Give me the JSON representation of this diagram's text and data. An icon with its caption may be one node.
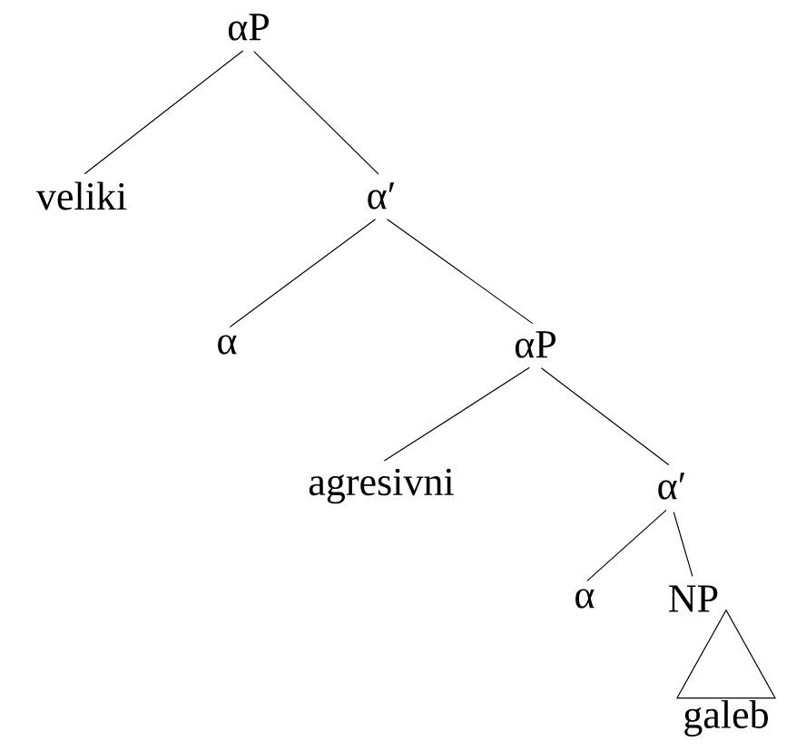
{
  "diagram": {
    "nodes": [
      {
        "text": [
          "αP"
        ]
      },
      {
        "text": [
          "veliki"
        ]
      },
      {
        "text": [
          "α′"
        ]
      },
      {
        "text": [
          "α"
        ]
      },
      {
        "text": [
          "αP"
        ]
      },
      {
        "text": [
          "agresivni"
        ]
      },
      {
        "text": [
          "α′"
        ]
      },
      {
        "text": [
          "α"
        ]
      },
      {
        "text": [
          "NP"
        ]
      },
      {
        "text": [
          "galeb"
        ]
      }
    ],
    "edges": [
      {
        "from": 0,
        "to": 1,
        "arrow": "none"
      },
      {
        "from": 0,
        "to": 2,
        "arrow": "none"
      },
      {
        "from": 2,
        "to": 3,
        "arrow": "none"
      },
      {
        "from": 2,
        "to": 4,
        "arrow": "none"
      },
      {
        "from": 4,
        "to": 5,
        "arrow": "none"
      },
      {
        "from": 4,
        "to": 6,
        "arrow": "none"
      },
      {
        "from": 6,
        "to": 7,
        "arrow": "none"
      },
      {
        "from": 6,
        "to": 8,
        "arrow": "none"
      },
      {
        "from": 8,
        "to": 9,
        "arrow": "none"
      }
    ]
  }
}
